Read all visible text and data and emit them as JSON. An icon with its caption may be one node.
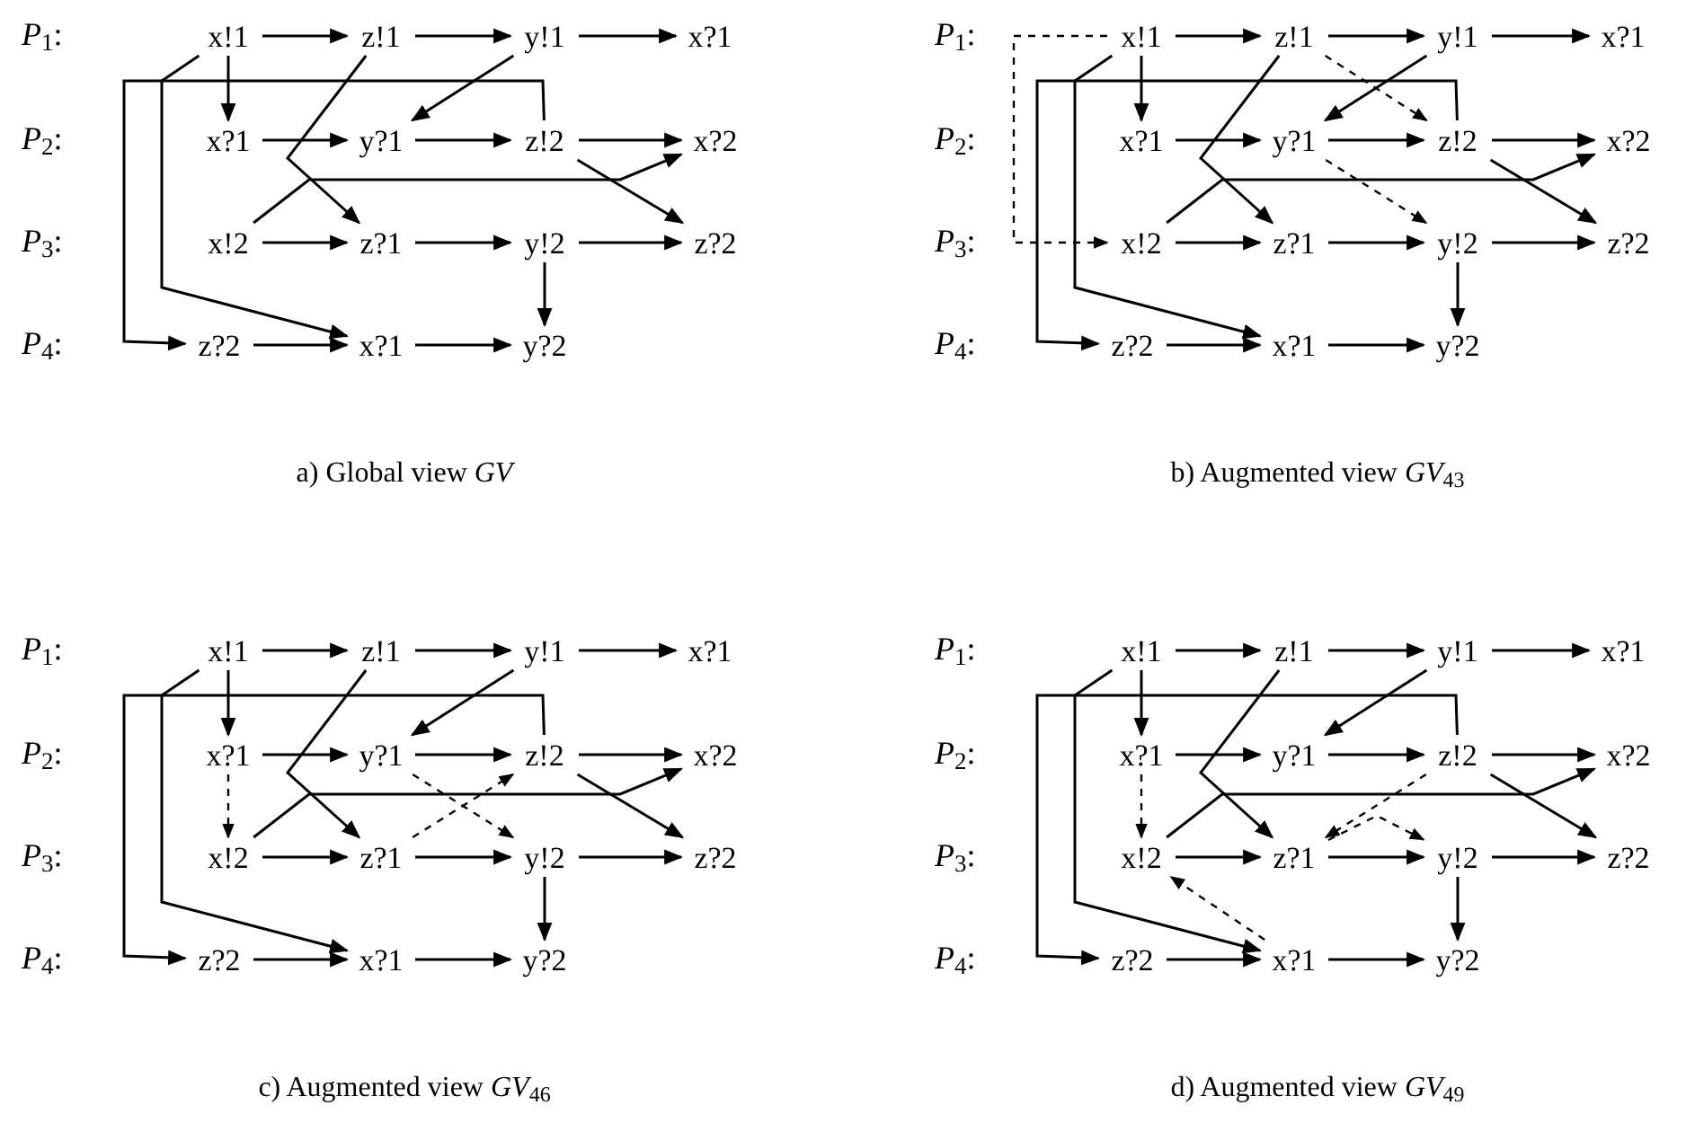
{
  "diagram": {
    "nodes": [
      {
        "text": [
          "x!1"
        ]
      },
      {
        "text": [
          "z!1"
        ]
      },
      {
        "text": [
          "y!1"
        ]
      },
      {
        "text": [
          "x?1"
        ]
      },
      {
        "text": [
          "x?1"
        ]
      },
      {
        "text": [
          "y?1"
        ]
      },
      {
        "text": [
          "z!2"
        ]
      },
      {
        "text": [
          "x?2"
        ]
      },
      {
        "text": [
          "x!2"
        ]
      },
      {
        "text": [
          "z?1"
        ]
      },
      {
        "text": [
          "y!2"
        ]
      },
      {
        "text": [
          "z?2"
        ]
      },
      {
        "text": [
          "z?2"
        ]
      },
      {
        "text": [
          "x?1"
        ]
      },
      {
        "text": [
          "y?2"
        ]
      },
      {
        "text": [
          "x!1"
        ]
      },
      {
        "text": [
          "z!1"
        ]
      },
      {
        "text": [
          "y!1"
        ]
      },
      {
        "text": [
          "x?1"
        ]
      },
      {
        "text": [
          "x?1"
        ]
      },
      {
        "text": [
          "y?1"
        ]
      },
      {
        "text": [
          "z!2"
        ]
      },
      {
        "text": [
          "x?2"
        ]
      },
      {
        "text": [
          "x!2"
        ]
      },
      {
        "text": [
          "z?1"
        ]
      },
      {
        "text": [
          "y!2"
        ]
      },
      {
        "text": [
          "z?2"
        ]
      },
      {
        "text": [
          "z?2"
        ]
      },
      {
        "text": [
          "x?1"
        ]
      },
      {
        "text": [
          "y?2"
        ]
      },
      {
        "text": [
          "x!1"
        ]
      },
      {
        "text": [
          "z!1"
        ]
      },
      {
        "text": [
          "y!1"
        ]
      },
      {
        "text": [
          "x?1"
        ]
      },
      {
        "text": [
          "x?1"
        ]
      },
      {
        "text": [
          "y?1"
        ]
      },
      {
        "text": [
          "z!2"
        ]
      },
      {
        "text": [
          "x?2"
        ]
      },
      {
        "text": [
          "x!2"
        ]
      },
      {
        "text": [
          "z?1"
        ]
      },
      {
        "text": [
          "y!2"
        ]
      },
      {
        "text": [
          "z?2"
        ]
      },
      {
        "text": [
          "z?2"
        ]
      },
      {
        "text": [
          "x?1"
        ]
      },
      {
        "text": [
          "y?2"
        ]
      },
      {
        "text": [
          "x!1"
        ]
      },
      {
        "text": [
          "z!1"
        ]
      },
      {
        "text": [
          "y!1"
        ]
      },
      {
        "text": [
          "x?1"
        ]
      },
      {
        "text": [
          "x?1"
        ]
      },
      {
        "text": [
          "y?1"
        ]
      },
      {
        "text": [
          "z!2"
        ]
      },
      {
        "text": [
          "x?2"
        ]
      },
      {
        "text": [
          "x!2"
        ]
      },
      {
        "text": [
          "z?1"
        ]
      },
      {
        "text": [
          "y!2"
        ]
      },
      {
        "text": [
          "z?2"
        ]
      },
      {
        "text": [
          "z?2"
        ]
      },
      {
        "text": [
          "x?1"
        ]
      },
      {
        "text": [
          "y?2"
        ]
      }
    ],
    "edges": [
      {
        "from": 0,
        "to": 1,
        "arrow": "to"
      },
      {
        "from": 1,
        "to": 2,
        "arrow": "to"
      },
      {
        "from": 2,
        "to": 3,
        "arrow": "to"
      },
      {
        "from": 4,
        "to": 5,
        "arrow": "to"
      },
      {
        "from": 5,
        "to": 6,
        "arrow": "to"
      },
      {
        "from": 6,
        "to": 7,
        "arrow": "to"
      },
      {
        "from": 8,
        "to": 9,
        "arrow": "to"
      },
      {
        "from": 9,
        "to": 10,
        "arrow": "to"
      },
      {
        "from": 10,
        "to": 11,
        "arrow": "to"
      },
      {
        "from": 12,
        "to": 13,
        "arrow": "to"
      },
      {
        "from": 13,
        "to": 14,
        "arrow": "to"
      },
      {
        "from": 0,
        "to": 4,
        "arrow": "to"
      },
      {
        "from": 0,
        "to": 13,
        "arrow": "to"
      },
      {
        "from": 1,
        "to": 9,
        "arrow": "to"
      },
      {
        "from": 2,
        "to": 5,
        "arrow": "to"
      },
      {
        "from": 6,
        "to": 12,
        "arrow": "to"
      },
      {
        "from": 6,
        "to": 11,
        "arrow": "to"
      },
      {
        "from": 8,
        "to": 7,
        "arrow": "to"
      },
      {
        "from": 10,
        "to": 14,
        "arrow": "to"
      },
      {
        "from": 15,
        "to": 16,
        "arrow": "to"
      },
      {
        "from": 16,
        "to": 17,
        "arrow": "to"
      },
      {
        "from": 17,
        "to": 18,
        "arrow": "to"
      },
      {
        "from": 19,
        "to": 20,
        "arrow": "to"
      },
      {
        "from": 20,
        "to": 21,
        "arrow": "to"
      },
      {
        "from": 21,
        "to": 22,
        "arrow": "to"
      },
      {
        "from": 23,
        "to": 24,
        "arrow": "to"
      },
      {
        "from": 24,
        "to": 25,
        "arrow": "to"
      },
      {
        "from": 25,
        "to": 26,
        "arrow": "to"
      },
      {
        "from": 27,
        "to": 28,
        "arrow": "to"
      },
      {
        "from": 28,
        "to": 29,
        "arrow": "to"
      },
      {
        "from": 15,
        "to": 19,
        "arrow": "to"
      },
      {
        "from": 15,
        "to": 28,
        "arrow": "to"
      },
      {
        "from": 16,
        "to": 24,
        "arrow": "to"
      },
      {
        "from": 17,
        "to": 20,
        "arrow": "to"
      },
      {
        "from": 21,
        "to": 27,
        "arrow": "to"
      },
      {
        "from": 21,
        "to": 26,
        "arrow": "to"
      },
      {
        "from": 23,
        "to": 22,
        "arrow": "to"
      },
      {
        "from": 25,
        "to": 29,
        "arrow": "to"
      },
      {
        "from": 15,
        "to": 23,
        "arrow": "to",
        "style": "dashed"
      },
      {
        "from": 16,
        "to": 21,
        "arrow": "to",
        "style": "dashed"
      },
      {
        "from": 20,
        "to": 25,
        "arrow": "to",
        "style": "dashed"
      },
      {
        "from": 30,
        "to": 31,
        "arrow": "to"
      },
      {
        "from": 31,
        "to": 32,
        "arrow": "to"
      },
      {
        "from": 32,
        "to": 33,
        "arrow": "to"
      },
      {
        "from": 34,
        "to": 35,
        "arrow": "to"
      },
      {
        "from": 35,
        "to": 36,
        "arrow": "to"
      },
      {
        "from": 36,
        "to": 37,
        "arrow": "to"
      },
      {
        "from": 38,
        "to": 39,
        "arrow": "to"
      },
      {
        "from": 39,
        "to": 40,
        "arrow": "to"
      },
      {
        "from": 40,
        "to": 41,
        "arrow": "to"
      },
      {
        "from": 42,
        "to": 43,
        "arrow": "to"
      },
      {
        "from": 43,
        "to": 44,
        "arrow": "to"
      },
      {
        "from": 30,
        "to": 34,
        "arrow": "to"
      },
      {
        "from": 30,
        "to": 43,
        "arrow": "to"
      },
      {
        "from": 31,
        "to": 39,
        "arrow": "to"
      },
      {
        "from": 32,
        "to": 35,
        "arrow": "to"
      },
      {
        "from": 36,
        "to": 42,
        "arrow": "to"
      },
      {
        "from": 36,
        "to": 41,
        "arrow": "to"
      },
      {
        "from": 38,
        "to": 37,
        "arrow": "to"
      },
      {
        "from": 40,
        "to": 44,
        "arrow": "to"
      },
      {
        "from": 34,
        "to": 38,
        "arrow": "to",
        "style": "dashed"
      },
      {
        "from": 35,
        "to": 40,
        "arrow": "to",
        "style": "dashed"
      },
      {
        "from": 39,
        "to": 36,
        "arrow": "to",
        "style": "dashed"
      },
      {
        "from": 45,
        "to": 46,
        "arrow": "to"
      },
      {
        "from": 46,
        "to": 47,
        "arrow": "to"
      },
      {
        "from": 47,
        "to": 48,
        "arrow": "to"
      },
      {
        "from": 49,
        "to": 50,
        "arrow": "to"
      },
      {
        "from": 50,
        "to": 51,
        "arrow": "to"
      },
      {
        "from": 51,
        "to": 52,
        "arrow": "to"
      },
      {
        "from": 53,
        "to": 54,
        "arrow": "to"
      },
      {
        "from": 54,
        "to": 55,
        "arrow": "to"
      },
      {
        "from": 55,
        "to": 56,
        "arrow": "to"
      },
      {
        "from": 57,
        "to": 58,
        "arrow": "to"
      },
      {
        "from": 58,
        "to": 59,
        "arrow": "to"
      },
      {
        "from": 45,
        "to": 49,
        "arrow": "to"
      },
      {
        "from": 45,
        "to": 58,
        "arrow": "to"
      },
      {
        "from": 46,
        "to": 54,
        "arrow": "to"
      },
      {
        "from": 47,
        "to": 50,
        "arrow": "to"
      },
      {
        "from": 51,
        "to": 57,
        "arrow": "to"
      },
      {
        "from": 51,
        "to": 56,
        "arrow": "to"
      },
      {
        "from": 53,
        "to": 52,
        "arrow": "to"
      },
      {
        "from": 55,
        "to": 59,
        "arrow": "to"
      },
      {
        "from": 49,
        "to": 53,
        "arrow": "to",
        "style": "dashed"
      },
      {
        "from": 54,
        "to": 55,
        "arrow": "to",
        "style": "dashed"
      },
      {
        "from": 58,
        "to": 53,
        "arrow": "to",
        "style": "dashed"
      },
      {
        "from": 51,
        "to": 54,
        "arrow": "to",
        "style": "dashed"
      }
    ],
    "labels": [
      "*P*$_{1}$:",
      "*P*$_{2}$:",
      "*P*$_{3}$:",
      "*P*$_{4}$:",
      "a) Global view *GV*",
      "*P*$_{1}$:",
      "*P*$_{2}$:",
      "*P*$_{3}$:",
      "*P*$_{4}$:",
      "b) Augmented view *GV*$_{43}$",
      "*P*$_{1}$:",
      "*P*$_{2}$:",
      "*P*$_{3}$:",
      "*P*$_{4}$:",
      "c) Augmented view *GV*$_{46}$",
      "*P*$_{1}$:",
      "*P*$_{2}$:",
      "*P*$_{3}$:",
      "*P*$_{4}$:",
      "d) Augmented view *GV*$_{49}$"
    ]
  }
}
